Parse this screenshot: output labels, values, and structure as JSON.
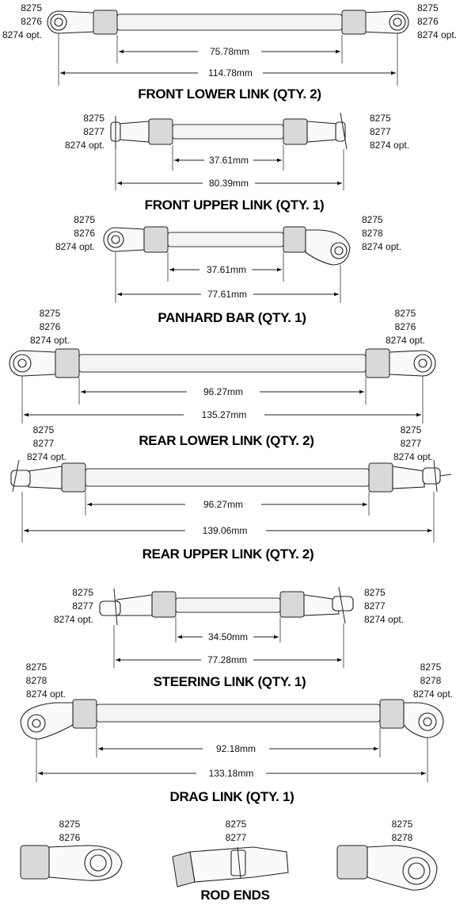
{
  "assemblies": [
    {
      "title": "FRONT LOWER LINK (QTY. 2)",
      "left_parts": [
        "8275",
        "8276",
        "8274 opt."
      ],
      "right_parts": [
        "8275",
        "8276",
        "8274 opt."
      ],
      "inner_dim": "75.78mm",
      "outer_dim": "114.78mm"
    },
    {
      "title": "FRONT UPPER LINK (QTY. 1)",
      "left_parts": [
        "8275",
        "8277",
        "8274 opt."
      ],
      "right_parts": [
        "8275",
        "8277",
        "8274 opt."
      ],
      "inner_dim": "37.61mm",
      "outer_dim": "80.39mm"
    },
    {
      "title": "PANHARD BAR (QTY. 1)",
      "left_parts": [
        "8275",
        "8276",
        "8274 opt."
      ],
      "right_parts": [
        "8275",
        "8278",
        "8274 opt."
      ],
      "inner_dim": "37.61mm",
      "outer_dim": "77.61mm"
    },
    {
      "title": "REAR LOWER LINK (QTY. 2)",
      "left_parts": [
        "8275",
        "8276",
        "8274 opt."
      ],
      "right_parts": [
        "8275",
        "8276",
        "8274 opt."
      ],
      "inner_dim": "96.27mm",
      "outer_dim": "135.27mm"
    },
    {
      "title": "REAR UPPER LINK (QTY. 2)",
      "left_parts": [
        "8275",
        "8277",
        "8274 opt."
      ],
      "right_parts": [
        "8275",
        "8277",
        "8274 opt."
      ],
      "inner_dim": "96.27mm",
      "outer_dim": "139.06mm"
    },
    {
      "title": "STEERING LINK (QTY. 1)",
      "left_parts": [
        "8275",
        "8277",
        "8274 opt."
      ],
      "right_parts": [
        "8275",
        "8277",
        "8274 opt."
      ],
      "inner_dim": "34.50mm",
      "outer_dim": "77.28mm"
    },
    {
      "title": "DRAG LINK (QTY. 1)",
      "left_parts": [
        "8275",
        "8278",
        "8274 opt."
      ],
      "right_parts": [
        "8275",
        "8278",
        "8274 opt."
      ],
      "inner_dim": "92.18mm",
      "outer_dim": "133.18mm"
    }
  ],
  "rod_ends": {
    "title": "ROD ENDS",
    "items": [
      {
        "parts": [
          "8275",
          "8276"
        ],
        "kind": "eye"
      },
      {
        "parts": [
          "8275",
          "8277"
        ],
        "kind": "fork"
      },
      {
        "parts": [
          "8275",
          "8278"
        ],
        "kind": "offset-eye"
      }
    ]
  }
}
